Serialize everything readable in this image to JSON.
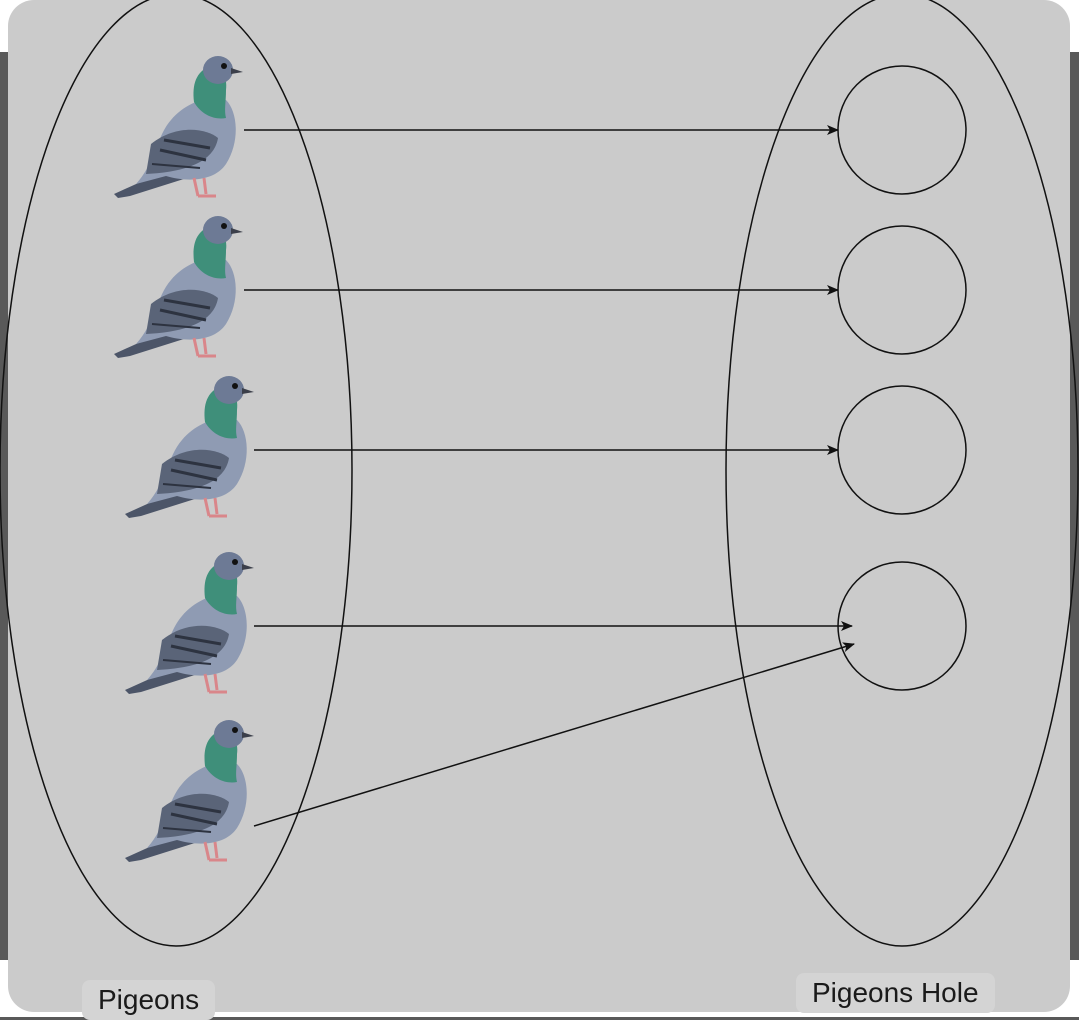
{
  "labels": {
    "pigeons": "Pigeons",
    "holes": "Pigeons Hole"
  },
  "icons": {
    "pigeon": "pigeon-icon",
    "hole": "pigeonhole-circle"
  },
  "colors": {
    "panel": "#cbcbcb",
    "pigeon_body": "#8f9bb3",
    "pigeon_neck": "#3f8f7a",
    "pigeon_wing": "#5a6478",
    "pigeon_feet": "#d9868a",
    "line": "#111111"
  }
}
